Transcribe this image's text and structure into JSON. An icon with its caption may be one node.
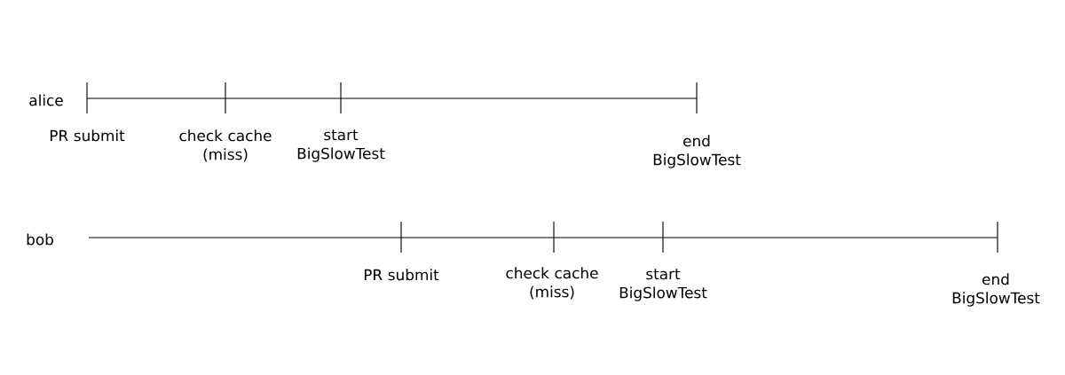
{
  "diagram": {
    "labels": [
      "alice",
      "PR submit",
      "check cache (miss)",
      "start BigSlowTest",
      "end BigSlowTest",
      "bob",
      "PR submit",
      "check cache (miss)",
      "start BigSlowTest",
      "end BigSlowTest"
    ]
  }
}
